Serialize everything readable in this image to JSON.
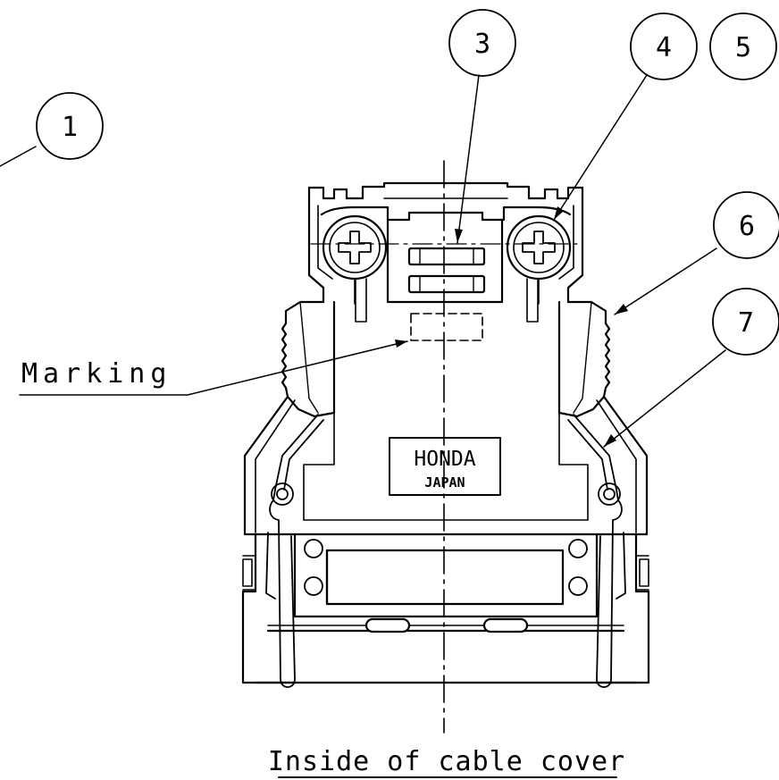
{
  "callouts": [
    {
      "id": "1",
      "label": "1"
    },
    {
      "id": "3",
      "label": "3"
    },
    {
      "id": "4",
      "label": "4"
    },
    {
      "id": "5",
      "label": "5"
    },
    {
      "id": "6",
      "label": "6"
    },
    {
      "id": "7",
      "label": "7"
    }
  ],
  "annotations": {
    "marking": "Marking",
    "caption": "Inside of cable cover"
  },
  "nameplate": {
    "brand": "HONDA",
    "origin": "JAPAN"
  },
  "colors": {
    "line": "#000000",
    "background": "#ffffff"
  }
}
